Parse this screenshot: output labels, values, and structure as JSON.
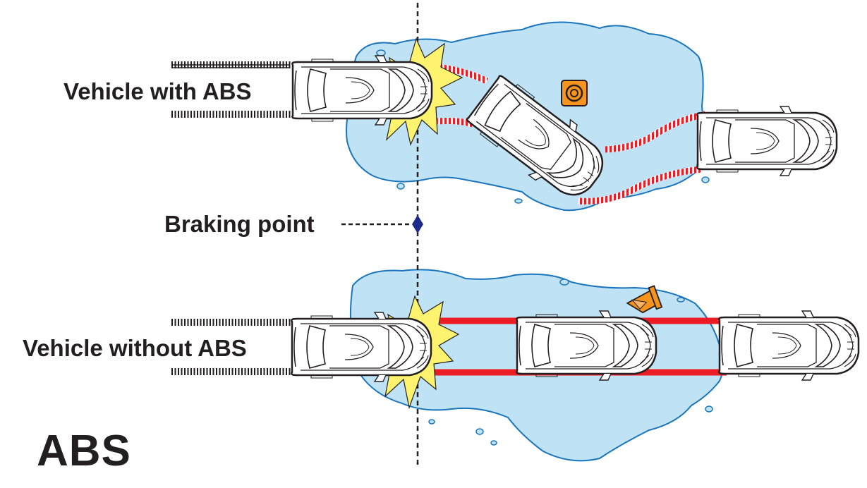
{
  "labels": {
    "vehicle_with_abs": "Vehicle with ABS",
    "braking_point": "Braking point",
    "vehicle_without_abs": "Vehicle without ABS",
    "title": "ABS"
  },
  "colors": {
    "water": "#bfe3f5",
    "water_outline": "#1b75bc",
    "skid_mark": "#ec1c24",
    "impact_star": "#fdf36f",
    "cone": "#f7941d",
    "braking_point_marker": "#1c2a8c",
    "text": "#231f20"
  },
  "icons": [
    "car-icon",
    "traffic-cone-icon",
    "impact-star-icon",
    "motion-lines-icon"
  ]
}
